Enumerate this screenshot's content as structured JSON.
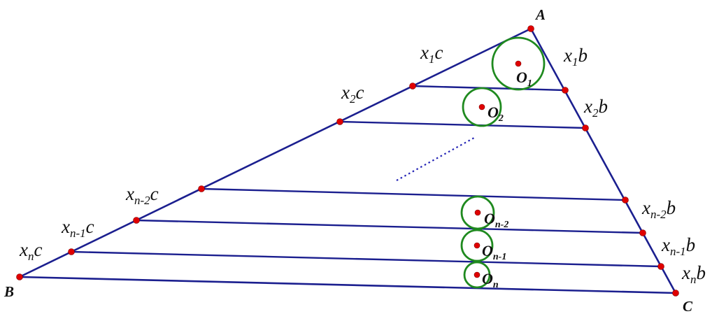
{
  "figure": {
    "vertices": {
      "A": "A",
      "B": "B",
      "C": "C"
    },
    "segment_labels_c": [
      {
        "var": "x",
        "sub": "1",
        "tail": "c"
      },
      {
        "var": "x",
        "sub": "2",
        "tail": "c"
      },
      {
        "var": "x",
        "sub": "n-2",
        "tail": "c"
      },
      {
        "var": "x",
        "sub": "n-1",
        "tail": "c"
      },
      {
        "var": "x",
        "sub": "n",
        "tail": "c"
      }
    ],
    "segment_labels_b": [
      {
        "var": "x",
        "sub": "1",
        "tail": "b"
      },
      {
        "var": "x",
        "sub": "2",
        "tail": "b"
      },
      {
        "var": "x",
        "sub": "n-2",
        "tail": "b"
      },
      {
        "var": "x",
        "sub": "n-1",
        "tail": "b"
      },
      {
        "var": "x",
        "sub": "n",
        "tail": "b"
      }
    ],
    "circle_centers": [
      {
        "var": "O",
        "sub": "1"
      },
      {
        "var": "O",
        "sub": "2"
      },
      {
        "var": "O",
        "sub": "n-2"
      },
      {
        "var": "O",
        "sub": "n-1"
      },
      {
        "var": "O",
        "sub": "n"
      }
    ],
    "colors": {
      "lines": "#1b1f8f",
      "circles": "#1f8a1f",
      "points": "#e00000"
    }
  }
}
